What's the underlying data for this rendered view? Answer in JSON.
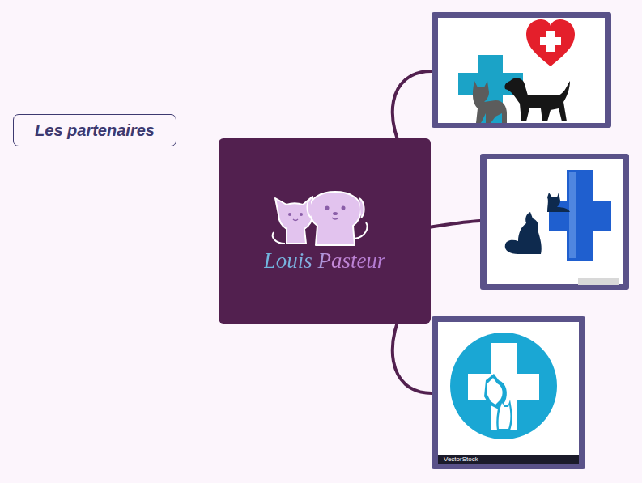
{
  "diagram": {
    "nodes": [
      {
        "text": [
          "Les partenaires"
        ]
      },
      {
        "text": [
          "Louis Pasteur"
        ]
      }
    ],
    "labels": [
      "VectorStock"
    ]
  }
}
